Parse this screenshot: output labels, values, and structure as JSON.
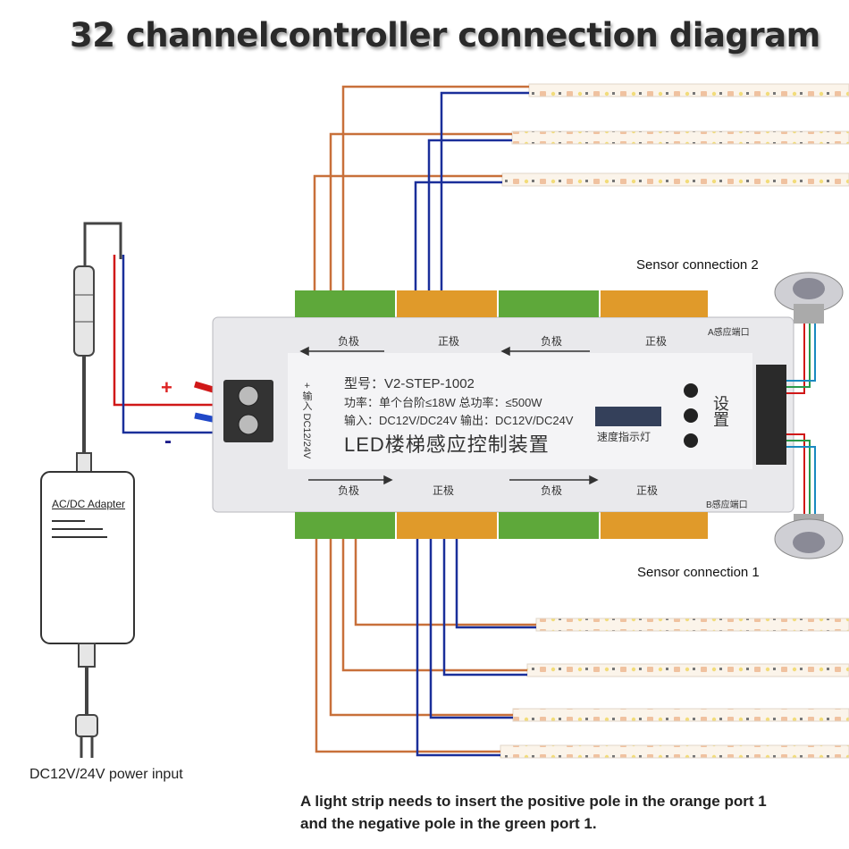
{
  "title": "32 channelcontroller connection diagram",
  "labels": {
    "sensor2": "Sensor connection 2",
    "sensor1": "Sensor connection 1",
    "adapter": "AC/DC Adapter",
    "power_input": "DC12V/24V power input",
    "plus": "+",
    "minus": "-",
    "note_line1": "A light strip needs to insert the positive pole in the orange port 1",
    "note_line2": "and the negative pole in the green port 1."
  },
  "controller": {
    "model": "型号：V2-STEP-1002",
    "power": "功率：单个台阶≤18W 总功率：≤500W",
    "io": "输入：DC12V/DC24V  输出：DC12V/DC24V",
    "name": "LED楼梯感应控制装置",
    "speed": "速度指示灯",
    "setting": "设置",
    "input_marker": "+ 输入 DC12/24V",
    "a_port": "A感应端口",
    "b_port": "B感应端口",
    "top_groups": [
      "负极",
      "正极",
      "负极",
      "正极"
    ],
    "bottom_groups": [
      "负极",
      "正极",
      "负极",
      "正极"
    ]
  },
  "colors": {
    "positive_wire": "#c8703a",
    "negative_wire": "#1a2f9a",
    "green_terminal": "#5ea83a",
    "orange_terminal": "#e09a2a",
    "red_wire": "#d01818",
    "blue_wire": "#1a2f9a"
  }
}
